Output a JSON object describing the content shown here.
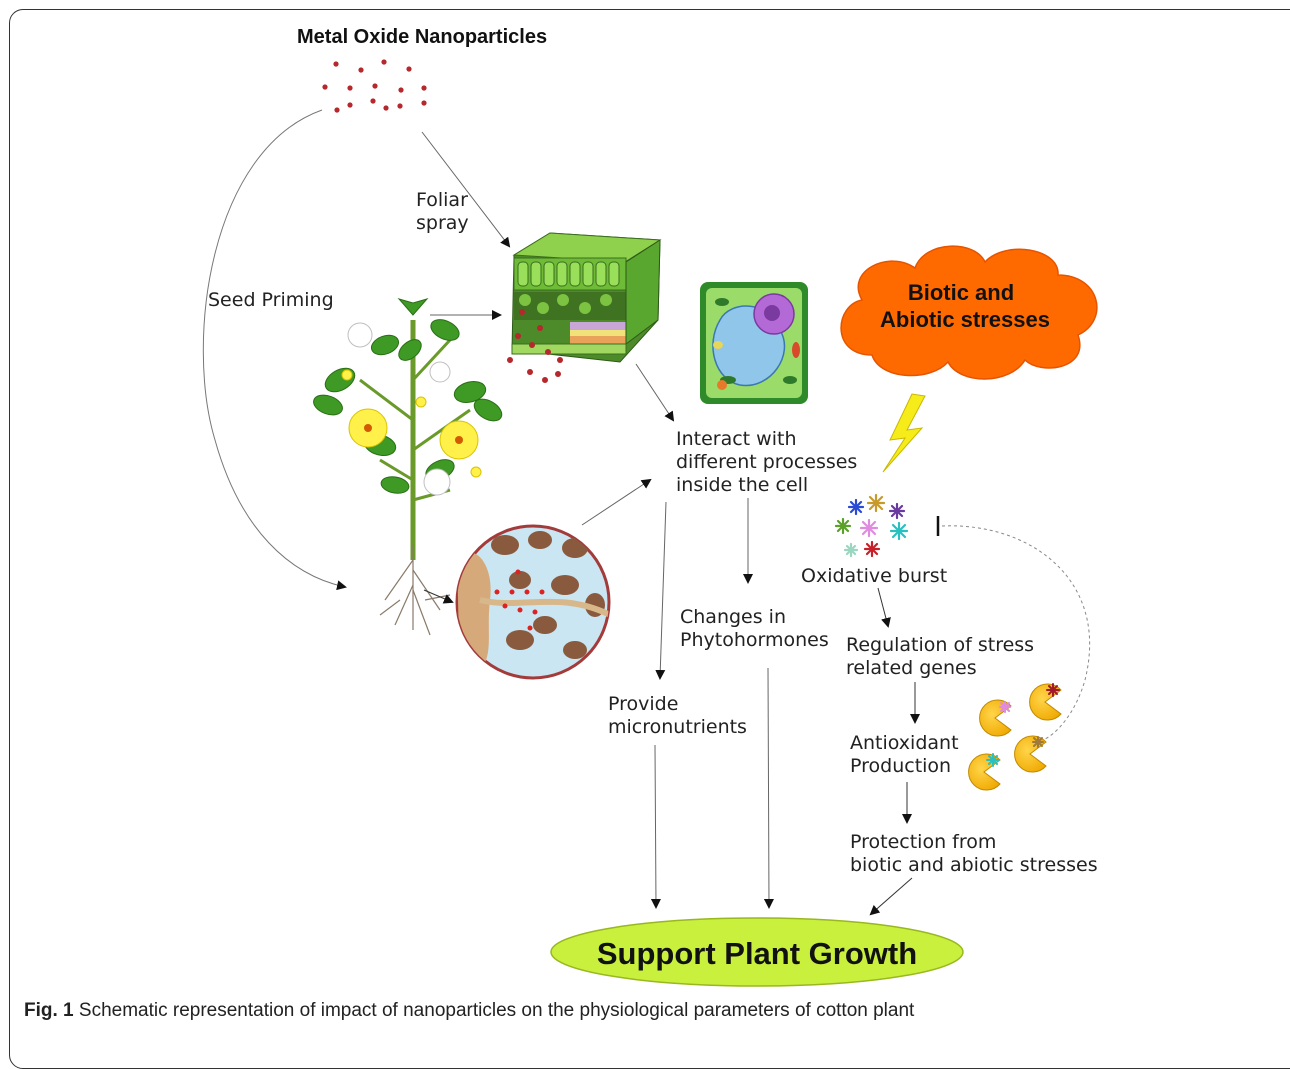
{
  "diagram": {
    "top_label": "Metal  Oxide Nanoparticles",
    "foliar_spray": [
      "Foliar",
      "spray"
    ],
    "seed_priming": "Seed Priming",
    "interact": [
      "Interact with",
      "different processes",
      "inside the cell"
    ],
    "stress_cloud": [
      "Biotic and",
      "Abiotic stresses"
    ],
    "oxidative_burst": "Oxidative burst",
    "changes_phytohormones": [
      "Changes in",
      "Phytohormones"
    ],
    "regulation_genes": [
      "Regulation of stress",
      "related genes"
    ],
    "provide_micronutrients": [
      "Provide",
      "micronutrients"
    ],
    "antioxidant": [
      "Antioxidant",
      "Production"
    ],
    "protection": [
      "Protection from",
      "biotic and abiotic stresses"
    ],
    "support_growth": "Support Plant Growth"
  },
  "caption": {
    "label": "Fig. 1",
    "text": " Schematic representation of impact of nanoparticles on the physiological parameters of cotton plant"
  },
  "colors": {
    "cloud": "#ff6a00",
    "growth_ellipse": "#c8f03c",
    "nanoparticle": "#b5282c",
    "lightning": "#f5ec1a",
    "pacman": "#f5b800"
  }
}
